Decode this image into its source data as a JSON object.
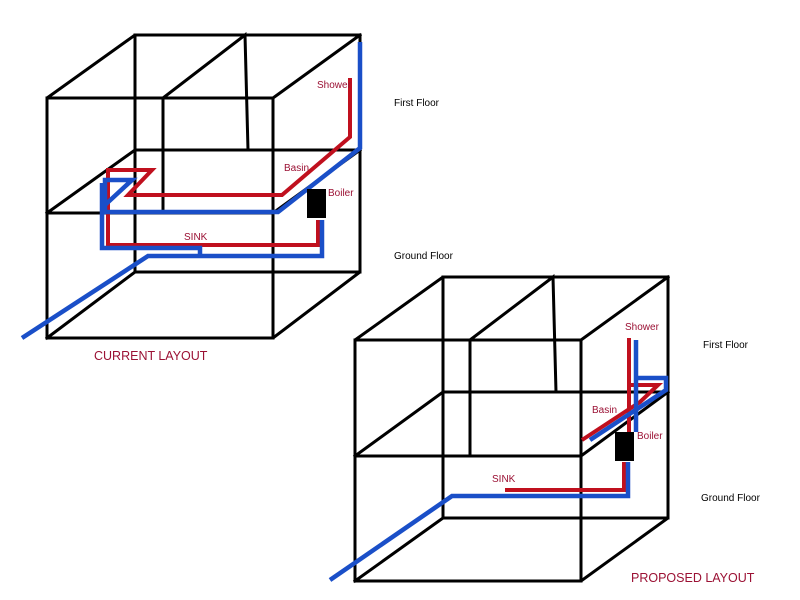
{
  "colors": {
    "hot_pipe": "#c0101e",
    "cold_pipe": "#1a4fc8",
    "outline": "#000000",
    "label_red": "#9b1134",
    "boiler": "#000000"
  },
  "current": {
    "title": "CURRENT LAYOUT",
    "shower": "Shower",
    "basin": "Basin",
    "boiler": "Boiler",
    "sink": "SINK",
    "first_floor": "First Floor",
    "ground_floor": "Ground Floor"
  },
  "proposed": {
    "title": "PROPOSED LAYOUT",
    "shower": "Shower",
    "basin": "Basin",
    "boiler": "Boiler",
    "sink": "SINK",
    "first_floor": "First Floor",
    "ground_floor": "Ground Floor"
  }
}
